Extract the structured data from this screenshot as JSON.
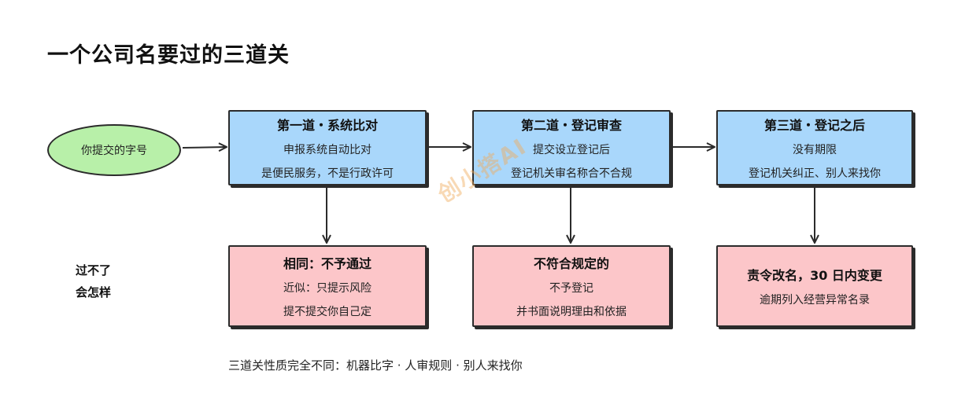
{
  "title": "一个公司名要过的三道关",
  "start_node": "你提交的字号",
  "side_label": {
    "line1": "过不了",
    "line2": "会怎样"
  },
  "stages": [
    {
      "head": "第一道・系统比对",
      "line1": "申报系统自动比对",
      "line2": "是便民服务，不是行政许可"
    },
    {
      "head": "第二道・登记审查",
      "line1": "提交设立登记后",
      "line2": "登记机关审名称合不合规"
    },
    {
      "head": "第三道・登记之后",
      "line1": "没有期限",
      "line2": "登记机关纠正、别人来找你"
    }
  ],
  "outcomes": [
    {
      "head": "相同：不予通过",
      "line1": "近似：只提示风险",
      "line2": "提不提交你自己定"
    },
    {
      "head": "不符合规定的",
      "line1": "不予登记",
      "line2": "并书面说明理由和依据"
    },
    {
      "head": "责令改名，30 日内变更",
      "line1": "逾期列入经营异常名录"
    }
  ],
  "footer": "三道关性质完全不同：机器比字 · 人审规则 · 别人来找你",
  "watermark": "创小搭AI",
  "colors": {
    "stage_fill": "#a9d7fb",
    "outcome_fill": "#fcc6c9",
    "start_fill": "#b8f0a9",
    "stroke": "#2b2b2b",
    "watermark": "#f0aa5a"
  }
}
